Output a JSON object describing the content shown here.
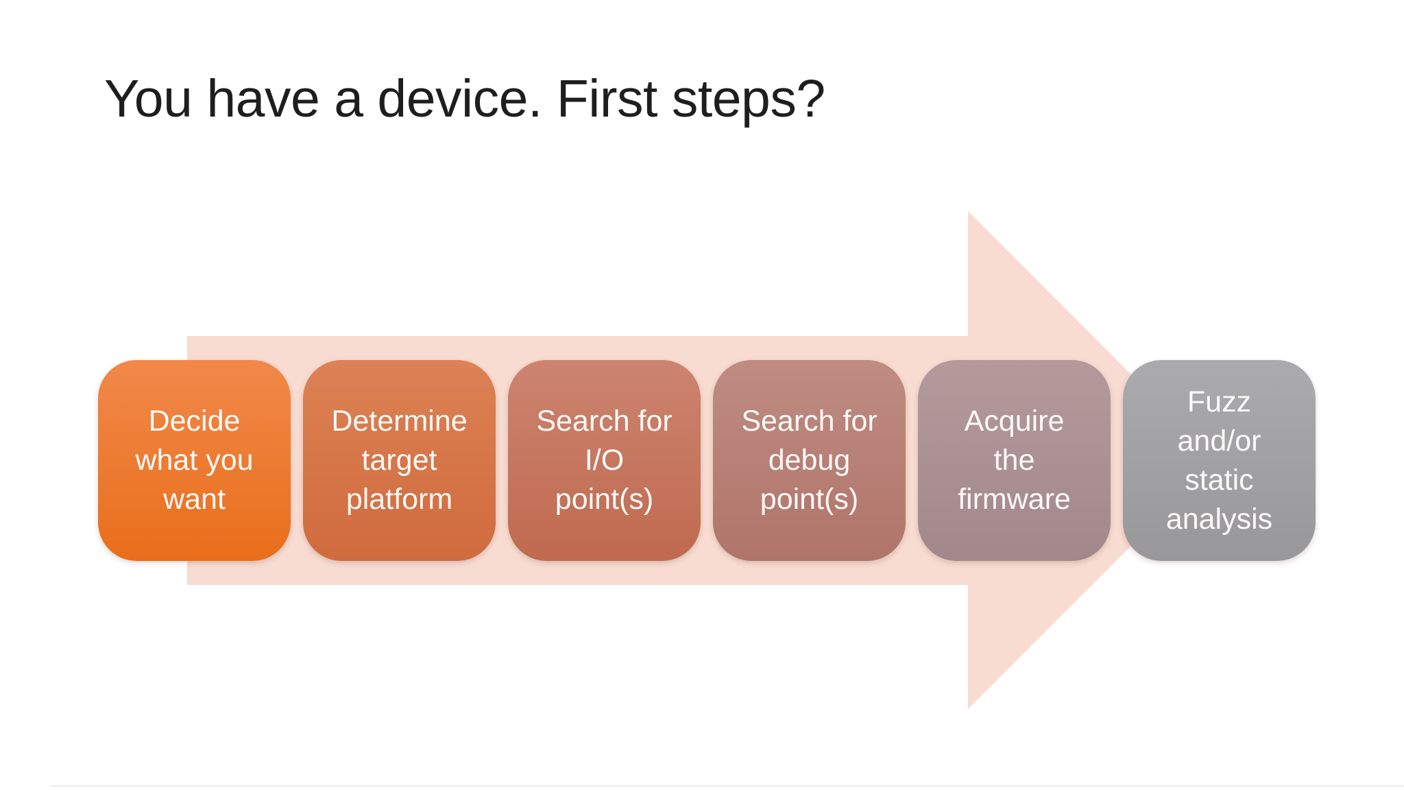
{
  "slide": {
    "title": "You have a device. First steps?",
    "title_color": "#1e1e1e",
    "background_color": "#ffffff"
  },
  "process": {
    "type": "horizontal-arrow-process",
    "arrow_color": "#f8dbd1",
    "step_text_color": "#fcf9f8",
    "steps": [
      {
        "label": "Decide\nwhat you\nwant",
        "color_top": "#f1894a",
        "color_bottom": "#e96e1b"
      },
      {
        "label": "Determine\ntarget\nplatform",
        "color_top": "#dc8254",
        "color_bottom": "#d06b3e"
      },
      {
        "label": "Search for\nI/O\npoint(s)",
        "color_top": "#cc8470",
        "color_bottom": "#c06a4f"
      },
      {
        "label": "Search for\ndebug\npoint(s)",
        "color_top": "#bf8c82",
        "color_bottom": "#b0746a"
      },
      {
        "label": "Acquire\nthe\nfirmware",
        "color_top": "#b49a9b",
        "color_bottom": "#a2888b"
      },
      {
        "label": "Fuzz\nand/or\nstatic\nanalysis",
        "color_top": "#ababae",
        "color_bottom": "#98989b"
      }
    ]
  }
}
